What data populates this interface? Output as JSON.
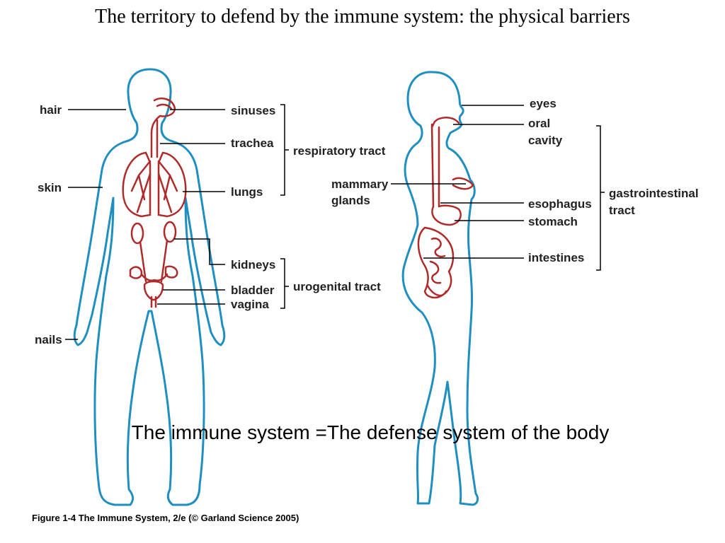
{
  "title": "The territory to defend by the immune system: the physical barriers",
  "caption": "The immune system =The defense system of the body",
  "figure_credit": "Figure 1-4  The Immune System, 2/e (© Garland Science 2005)",
  "colors": {
    "body_outline": "#1f8fc1",
    "organs": "#b02a2a",
    "label_text": "#222222",
    "leader_lines": "#000000"
  },
  "front_figure": {
    "left_labels": {
      "hair": "hair",
      "skin": "skin",
      "nails": "nails"
    },
    "right_labels": {
      "sinuses": "sinuses",
      "trachea": "trachea",
      "lungs": "lungs",
      "kidneys": "kidneys",
      "bladder": "bladder",
      "vagina": "vagina"
    },
    "groups": {
      "respiratory": "respiratory tract",
      "urogenital": "urogenital tract"
    }
  },
  "side_figure": {
    "left_labels": {
      "mammary_line1": "mammary",
      "mammary_line2": "glands"
    },
    "right_labels": {
      "eyes": "eyes",
      "oral_line1": "oral",
      "oral_line2": "cavity",
      "esophagus": "esophagus",
      "stomach": "stomach",
      "intestines": "intestines"
    },
    "groups": {
      "gi_line1": "gastrointestinal",
      "gi_line2": "tract"
    }
  }
}
